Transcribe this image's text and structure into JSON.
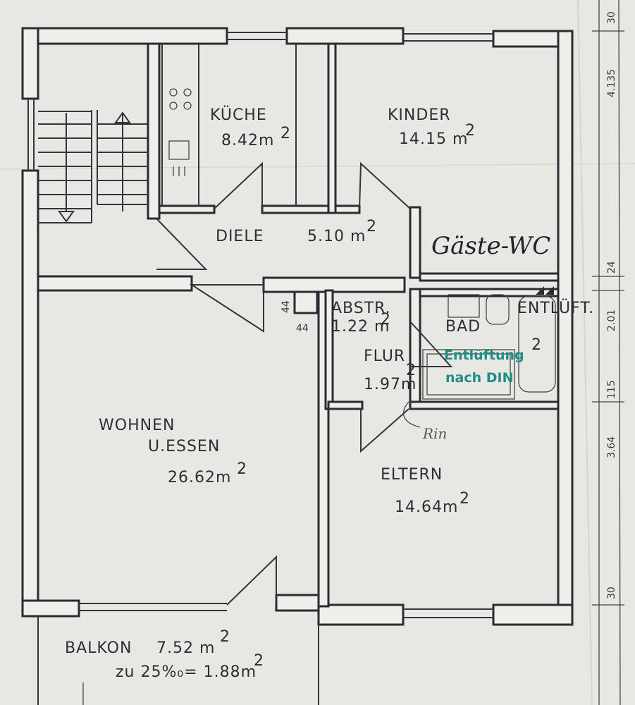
{
  "rooms": {
    "kueche": {
      "name": "KÜCHE",
      "area": "8.42m",
      "sup": "2"
    },
    "kinder": {
      "name": "KINDER",
      "area": "14.15 m",
      "sup": "2"
    },
    "diele": {
      "name": "DIELE",
      "area": "5.10 m",
      "sup": "2"
    },
    "abstr": {
      "name": "ABSTR.",
      "area": "1.22 m",
      "sup": "2"
    },
    "flur": {
      "name": "FLUR",
      "area": "1.97m",
      "sup": "2"
    },
    "bad": {
      "name": "BAD",
      "sup": "2"
    },
    "wohnen": {
      "name1": "WOHNEN",
      "name2": "U.ESSEN",
      "area": "26.62m",
      "sup": "2"
    },
    "eltern": {
      "name": "ELTERN",
      "area": "14.64m",
      "sup": "2"
    },
    "balkon": {
      "name": "BALKON",
      "area": "7.52 m",
      "sup": "2",
      "calc": "zu 25%₀= 1.88m",
      "calc_sup": "2"
    }
  },
  "annotations": {
    "gaeste_wc": "Gäste-WC",
    "entlueftung": "ENTLÜFT.",
    "stamp_line1": "Entlüftung",
    "stamp_line2": "nach DIN",
    "handwritten_note": "Rin",
    "small_dim_44_a": "44",
    "small_dim_44_b": "44"
  },
  "dimensions": [
    "30",
    "4.135",
    "24",
    "2.01",
    "115",
    "3.64",
    "30"
  ],
  "colors": {
    "paper": "#e7e7e3",
    "ink": "#2b2b33",
    "stamp": "#1f8f86"
  }
}
